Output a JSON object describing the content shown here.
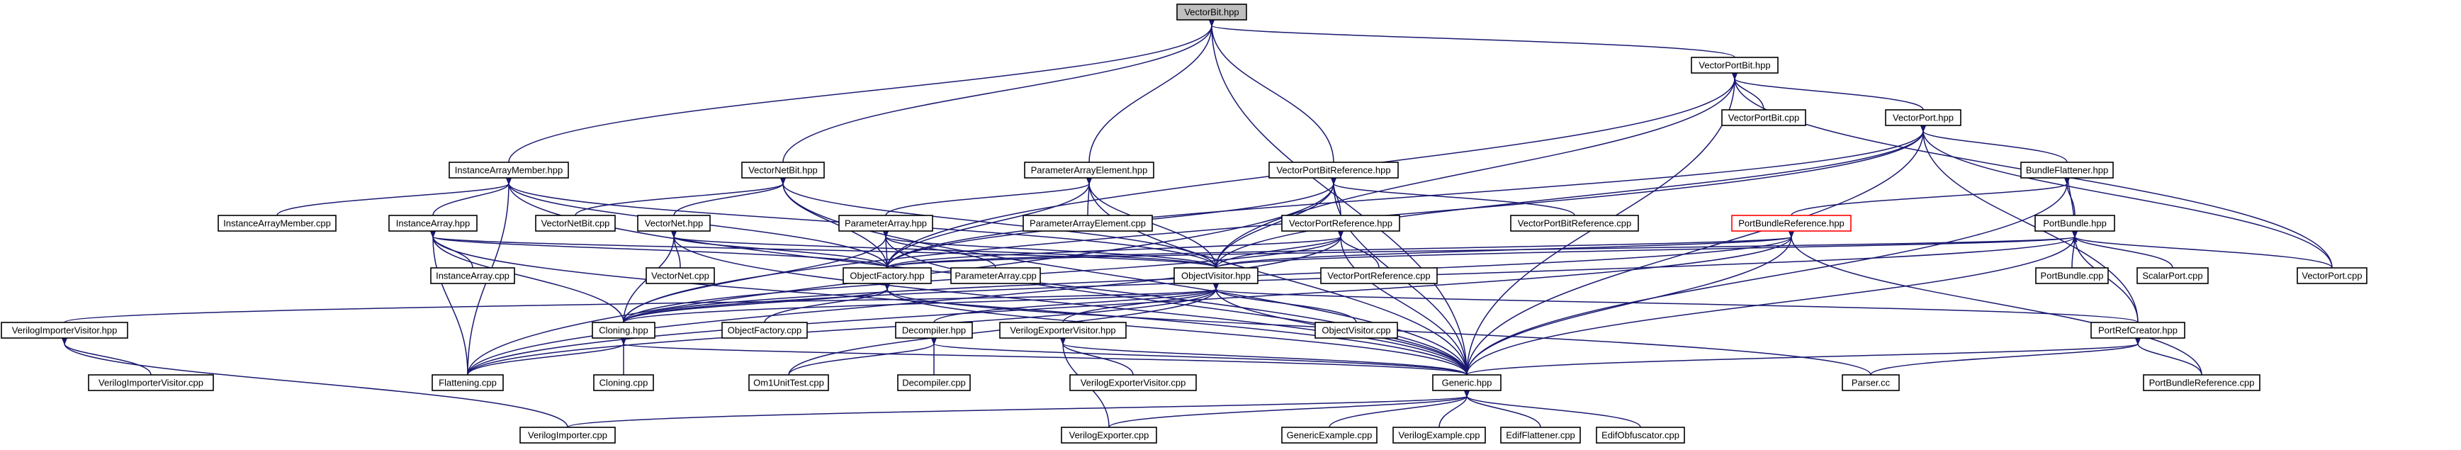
{
  "graph": {
    "nodes": [
      {
        "id": "VectorBit.hpp",
        "label": "VectorBit.hpp",
        "style": "root"
      },
      {
        "id": "VectorPortBit.hpp",
        "label": "VectorPortBit.hpp"
      },
      {
        "id": "VectorPortBit.cpp",
        "label": "VectorPortBit.cpp"
      },
      {
        "id": "VectorPort.hpp",
        "label": "VectorPort.hpp"
      },
      {
        "id": "InstanceArrayMember.hpp",
        "label": "InstanceArrayMember.hpp"
      },
      {
        "id": "VectorNetBit.hpp",
        "label": "VectorNetBit.hpp"
      },
      {
        "id": "ParameterArrayElement.hpp",
        "label": "ParameterArrayElement.hpp"
      },
      {
        "id": "VectorPortBitReference.hpp",
        "label": "VectorPortBitReference.hpp"
      },
      {
        "id": "BundleFlattener.hpp",
        "label": "BundleFlattener.hpp"
      },
      {
        "id": "InstanceArrayMember.cpp",
        "label": "InstanceArrayMember.cpp"
      },
      {
        "id": "InstanceArray.hpp",
        "label": "InstanceArray.hpp"
      },
      {
        "id": "VectorNetBit.cpp",
        "label": "VectorNetBit.cpp"
      },
      {
        "id": "VectorNet.hpp",
        "label": "VectorNet.hpp"
      },
      {
        "id": "ParameterArrayElement.cpp",
        "label": "ParameterArrayElement.cpp"
      },
      {
        "id": "ParameterArray.hpp",
        "label": "ParameterArray.hpp"
      },
      {
        "id": "VectorPortReference.hpp",
        "label": "VectorPortReference.hpp"
      },
      {
        "id": "VectorPortBitReference.cpp",
        "label": "VectorPortBitReference.cpp"
      },
      {
        "id": "PortBundleReference.hpp",
        "label": "PortBundleReference.hpp",
        "style": "red"
      },
      {
        "id": "PortBundle.hpp",
        "label": "PortBundle.hpp"
      },
      {
        "id": "InstanceArray.cpp",
        "label": "InstanceArray.cpp"
      },
      {
        "id": "VectorNet.cpp",
        "label": "VectorNet.cpp"
      },
      {
        "id": "ObjectFactory.hpp",
        "label": "ObjectFactory.hpp"
      },
      {
        "id": "ParameterArray.cpp",
        "label": "ParameterArray.cpp"
      },
      {
        "id": "ObjectVisitor.hpp",
        "label": "ObjectVisitor.hpp"
      },
      {
        "id": "VectorPortReference.cpp",
        "label": "VectorPortReference.cpp"
      },
      {
        "id": "PortBundle.cpp",
        "label": "PortBundle.cpp"
      },
      {
        "id": "ScalarPort.cpp",
        "label": "ScalarPort.cpp"
      },
      {
        "id": "VectorPort.cpp",
        "label": "VectorPort.cpp"
      },
      {
        "id": "VerilogImporterVisitor.hpp",
        "label": "VerilogImporterVisitor.hpp"
      },
      {
        "id": "Cloning.hpp",
        "label": "Cloning.hpp"
      },
      {
        "id": "ObjectFactory.cpp",
        "label": "ObjectFactory.cpp"
      },
      {
        "id": "Decompiler.hpp",
        "label": "Decompiler.hpp"
      },
      {
        "id": "VerilogExporterVisitor.hpp",
        "label": "VerilogExporterVisitor.hpp"
      },
      {
        "id": "ObjectVisitor.cpp",
        "label": "ObjectVisitor.cpp"
      },
      {
        "id": "PortRefCreator.hpp",
        "label": "PortRefCreator.hpp"
      },
      {
        "id": "VerilogImporterVisitor.cpp",
        "label": "VerilogImporterVisitor.cpp"
      },
      {
        "id": "Flattening.cpp",
        "label": "Flattening.cpp"
      },
      {
        "id": "Cloning.cpp",
        "label": "Cloning.cpp"
      },
      {
        "id": "Om1UnitTest.cpp",
        "label": "Om1UnitTest.cpp"
      },
      {
        "id": "Decompiler.cpp",
        "label": "Decompiler.cpp"
      },
      {
        "id": "VerilogExporterVisitor.cpp",
        "label": "VerilogExporterVisitor.cpp"
      },
      {
        "id": "Generic.hpp",
        "label": "Generic.hpp"
      },
      {
        "id": "Parser.cc",
        "label": "Parser.cc"
      },
      {
        "id": "PortBundleReference.cpp",
        "label": "PortBundleReference.cpp"
      },
      {
        "id": "VerilogImporter.cpp",
        "label": "VerilogImporter.cpp"
      },
      {
        "id": "VerilogExporter.cpp",
        "label": "VerilogExporter.cpp"
      },
      {
        "id": "GenericExample.cpp",
        "label": "GenericExample.cpp"
      },
      {
        "id": "VerilogExample.cpp",
        "label": "VerilogExample.cpp"
      },
      {
        "id": "EdifFlattener.cpp",
        "label": "EdifFlattener.cpp"
      },
      {
        "id": "EdifObfuscator.cpp",
        "label": "EdifObfuscator.cpp"
      }
    ],
    "edges": [
      [
        "VectorBit.hpp",
        "VectorPortBit.hpp"
      ],
      [
        "VectorBit.hpp",
        "InstanceArrayMember.hpp"
      ],
      [
        "VectorBit.hpp",
        "VectorNetBit.hpp"
      ],
      [
        "VectorBit.hpp",
        "ParameterArrayElement.hpp"
      ],
      [
        "VectorBit.hpp",
        "VectorPortBitReference.hpp"
      ],
      [
        "VectorBit.hpp",
        "Generic.hpp"
      ],
      [
        "VectorPortBit.hpp",
        "VectorPortBit.cpp"
      ],
      [
        "VectorPortBit.hpp",
        "VectorPort.hpp"
      ],
      [
        "VectorPortBit.hpp",
        "ObjectFactory.hpp"
      ],
      [
        "VectorPortBit.hpp",
        "ObjectVisitor.hpp"
      ],
      [
        "VectorPortBit.hpp",
        "VectorPort.cpp"
      ],
      [
        "VectorPortBit.hpp",
        "Generic.hpp"
      ],
      [
        "VectorPort.hpp",
        "BundleFlattener.hpp"
      ],
      [
        "VectorPort.hpp",
        "Cloning.hpp"
      ],
      [
        "VectorPort.hpp",
        "ObjectFactory.hpp"
      ],
      [
        "VectorPort.hpp",
        "ObjectVisitor.hpp"
      ],
      [
        "VectorPort.hpp",
        "VectorPort.cpp"
      ],
      [
        "VectorPort.hpp",
        "PortRefCreator.hpp"
      ],
      [
        "VectorPort.hpp",
        "Generic.hpp"
      ],
      [
        "InstanceArrayMember.hpp",
        "InstanceArrayMember.cpp"
      ],
      [
        "InstanceArrayMember.hpp",
        "InstanceArray.hpp"
      ],
      [
        "InstanceArrayMember.hpp",
        "ObjectFactory.hpp"
      ],
      [
        "InstanceArrayMember.hpp",
        "ObjectVisitor.hpp"
      ],
      [
        "InstanceArrayMember.hpp",
        "Flattening.cpp"
      ],
      [
        "InstanceArrayMember.hpp",
        "Generic.hpp"
      ],
      [
        "VectorNetBit.hpp",
        "VectorNetBit.cpp"
      ],
      [
        "VectorNetBit.hpp",
        "VectorNet.hpp"
      ],
      [
        "VectorNetBit.hpp",
        "ObjectFactory.hpp"
      ],
      [
        "VectorNetBit.hpp",
        "ObjectVisitor.hpp"
      ],
      [
        "VectorNetBit.hpp",
        "Generic.hpp"
      ],
      [
        "ParameterArrayElement.hpp",
        "ParameterArrayElement.cpp"
      ],
      [
        "ParameterArrayElement.hpp",
        "ParameterArray.hpp"
      ],
      [
        "ParameterArrayElement.hpp",
        "ObjectFactory.hpp"
      ],
      [
        "ParameterArrayElement.hpp",
        "ObjectVisitor.hpp"
      ],
      [
        "ParameterArrayElement.hpp",
        "Generic.hpp"
      ],
      [
        "VectorPortBitReference.hpp",
        "VectorPortBitReference.cpp"
      ],
      [
        "VectorPortBitReference.hpp",
        "VectorPortReference.hpp"
      ],
      [
        "VectorPortBitReference.hpp",
        "ObjectFactory.hpp"
      ],
      [
        "VectorPortBitReference.hpp",
        "ObjectVisitor.hpp"
      ],
      [
        "VectorPortBitReference.hpp",
        "Flattening.cpp"
      ],
      [
        "VectorPortBitReference.hpp",
        "Generic.hpp"
      ],
      [
        "BundleFlattener.hpp",
        "PortBundleReference.hpp"
      ],
      [
        "BundleFlattener.hpp",
        "PortBundle.hpp"
      ],
      [
        "BundleFlattener.hpp",
        "Generic.hpp"
      ],
      [
        "InstanceArray.hpp",
        "InstanceArray.cpp"
      ],
      [
        "InstanceArray.hpp",
        "ObjectFactory.hpp"
      ],
      [
        "InstanceArray.hpp",
        "ObjectVisitor.hpp"
      ],
      [
        "InstanceArray.hpp",
        "Cloning.hpp"
      ],
      [
        "InstanceArray.hpp",
        "Flattening.cpp"
      ],
      [
        "InstanceArray.hpp",
        "Generic.hpp"
      ],
      [
        "VectorNet.hpp",
        "VectorNet.cpp"
      ],
      [
        "VectorNet.hpp",
        "ObjectFactory.hpp"
      ],
      [
        "VectorNet.hpp",
        "ObjectVisitor.hpp"
      ],
      [
        "VectorNet.hpp",
        "Cloning.hpp"
      ],
      [
        "VectorNet.hpp",
        "Generic.hpp"
      ],
      [
        "ParameterArray.hpp",
        "ParameterArray.cpp"
      ],
      [
        "ParameterArray.hpp",
        "ObjectFactory.hpp"
      ],
      [
        "ParameterArray.hpp",
        "ObjectVisitor.hpp"
      ],
      [
        "ParameterArray.hpp",
        "Cloning.hpp"
      ],
      [
        "ParameterArray.hpp",
        "Generic.hpp"
      ],
      [
        "VectorPortReference.hpp",
        "VectorPortReference.cpp"
      ],
      [
        "VectorPortReference.hpp",
        "ObjectFactory.hpp"
      ],
      [
        "VectorPortReference.hpp",
        "ObjectVisitor.hpp"
      ],
      [
        "VectorPortReference.hpp",
        "Cloning.hpp"
      ],
      [
        "VectorPortReference.hpp",
        "Flattening.cpp"
      ],
      [
        "VectorPortReference.hpp",
        "Generic.hpp"
      ],
      [
        "PortBundleReference.hpp",
        "ObjectFactory.hpp"
      ],
      [
        "PortBundleReference.hpp",
        "ObjectVisitor.hpp"
      ],
      [
        "PortBundleReference.hpp",
        "Cloning.hpp"
      ],
      [
        "PortBundleReference.hpp",
        "PortBundleReference.cpp"
      ],
      [
        "PortBundleReference.hpp",
        "Flattening.cpp"
      ],
      [
        "PortBundleReference.hpp",
        "Generic.hpp"
      ],
      [
        "PortBundle.hpp",
        "BundleFlattener.hpp"
      ],
      [
        "PortBundle.hpp",
        "PortBundle.cpp"
      ],
      [
        "PortBundle.hpp",
        "ScalarPort.cpp"
      ],
      [
        "PortBundle.hpp",
        "VectorPort.cpp"
      ],
      [
        "PortBundle.hpp",
        "ObjectFactory.hpp"
      ],
      [
        "PortBundle.hpp",
        "ObjectVisitor.hpp"
      ],
      [
        "PortBundle.hpp",
        "PortRefCreator.hpp"
      ],
      [
        "PortBundle.hpp",
        "Cloning.hpp"
      ],
      [
        "PortBundle.hpp",
        "Generic.hpp"
      ],
      [
        "ObjectFactory.hpp",
        "ObjectFactory.cpp"
      ],
      [
        "ObjectFactory.hpp",
        "Cloning.hpp"
      ],
      [
        "ObjectFactory.hpp",
        "Parser.cc"
      ],
      [
        "ObjectFactory.hpp",
        "Generic.hpp"
      ],
      [
        "ObjectVisitor.hpp",
        "ObjectVisitor.cpp"
      ],
      [
        "ObjectVisitor.hpp",
        "VerilogImporterVisitor.hpp"
      ],
      [
        "ObjectVisitor.hpp",
        "Cloning.hpp"
      ],
      [
        "ObjectVisitor.hpp",
        "Decompiler.hpp"
      ],
      [
        "ObjectVisitor.hpp",
        "VerilogExporterVisitor.hpp"
      ],
      [
        "ObjectVisitor.hpp",
        "PortRefCreator.hpp"
      ],
      [
        "ObjectVisitor.hpp",
        "Om1UnitTest.cpp"
      ],
      [
        "ObjectVisitor.hpp",
        "Flattening.cpp"
      ],
      [
        "ObjectVisitor.hpp",
        "Generic.hpp"
      ],
      [
        "VerilogImporterVisitor.hpp",
        "VerilogImporterVisitor.cpp"
      ],
      [
        "VerilogImporterVisitor.hpp",
        "VerilogImporter.cpp"
      ],
      [
        "Cloning.hpp",
        "Cloning.cpp"
      ],
      [
        "Cloning.hpp",
        "Flattening.cpp"
      ],
      [
        "Cloning.hpp",
        "Generic.hpp"
      ],
      [
        "Decompiler.hpp",
        "Decompiler.cpp"
      ],
      [
        "Decompiler.hpp",
        "Om1UnitTest.cpp"
      ],
      [
        "Decompiler.hpp",
        "Generic.hpp"
      ],
      [
        "VerilogExporterVisitor.hpp",
        "VerilogExporterVisitor.cpp"
      ],
      [
        "VerilogExporterVisitor.hpp",
        "VerilogExporter.cpp"
      ],
      [
        "VerilogExporterVisitor.hpp",
        "Generic.hpp"
      ],
      [
        "PortRefCreator.hpp",
        "PortBundleReference.cpp"
      ],
      [
        "PortRefCreator.hpp",
        "Parser.cc"
      ],
      [
        "PortRefCreator.hpp",
        "Generic.hpp"
      ],
      [
        "Generic.hpp",
        "VerilogImporter.cpp"
      ],
      [
        "Generic.hpp",
        "VerilogExporter.cpp"
      ],
      [
        "Generic.hpp",
        "GenericExample.cpp"
      ],
      [
        "Generic.hpp",
        "VerilogExample.cpp"
      ],
      [
        "Generic.hpp",
        "EdifFlattener.cpp"
      ],
      [
        "Generic.hpp",
        "EdifObfuscator.cpp"
      ]
    ]
  }
}
